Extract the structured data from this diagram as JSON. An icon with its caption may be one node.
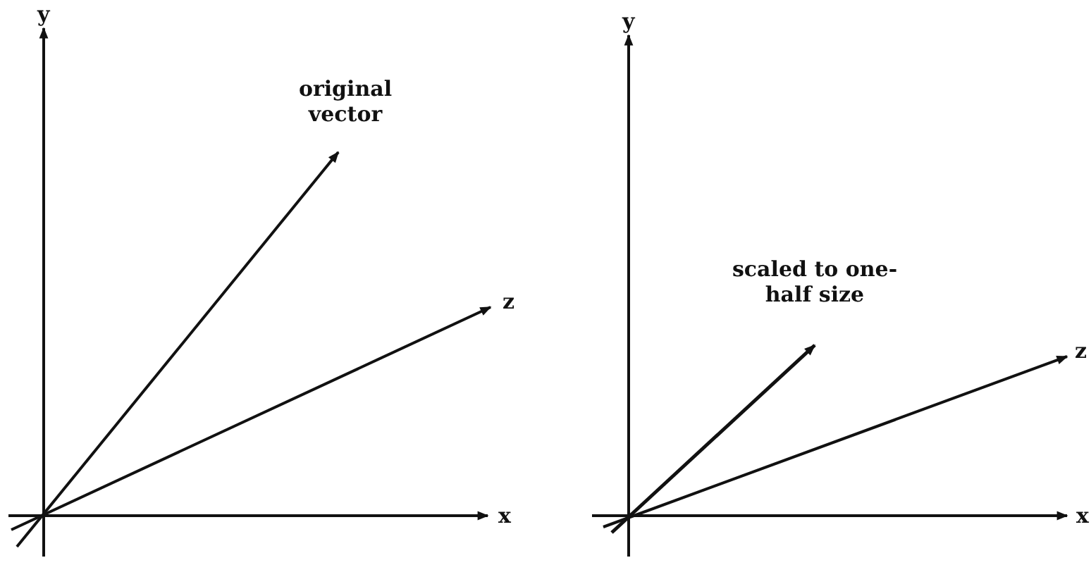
{
  "diagram": {
    "labels": [
      "y",
      "original vector",
      "z",
      "x",
      "y",
      "scaled to one-half size",
      "z",
      "x"
    ]
  }
}
